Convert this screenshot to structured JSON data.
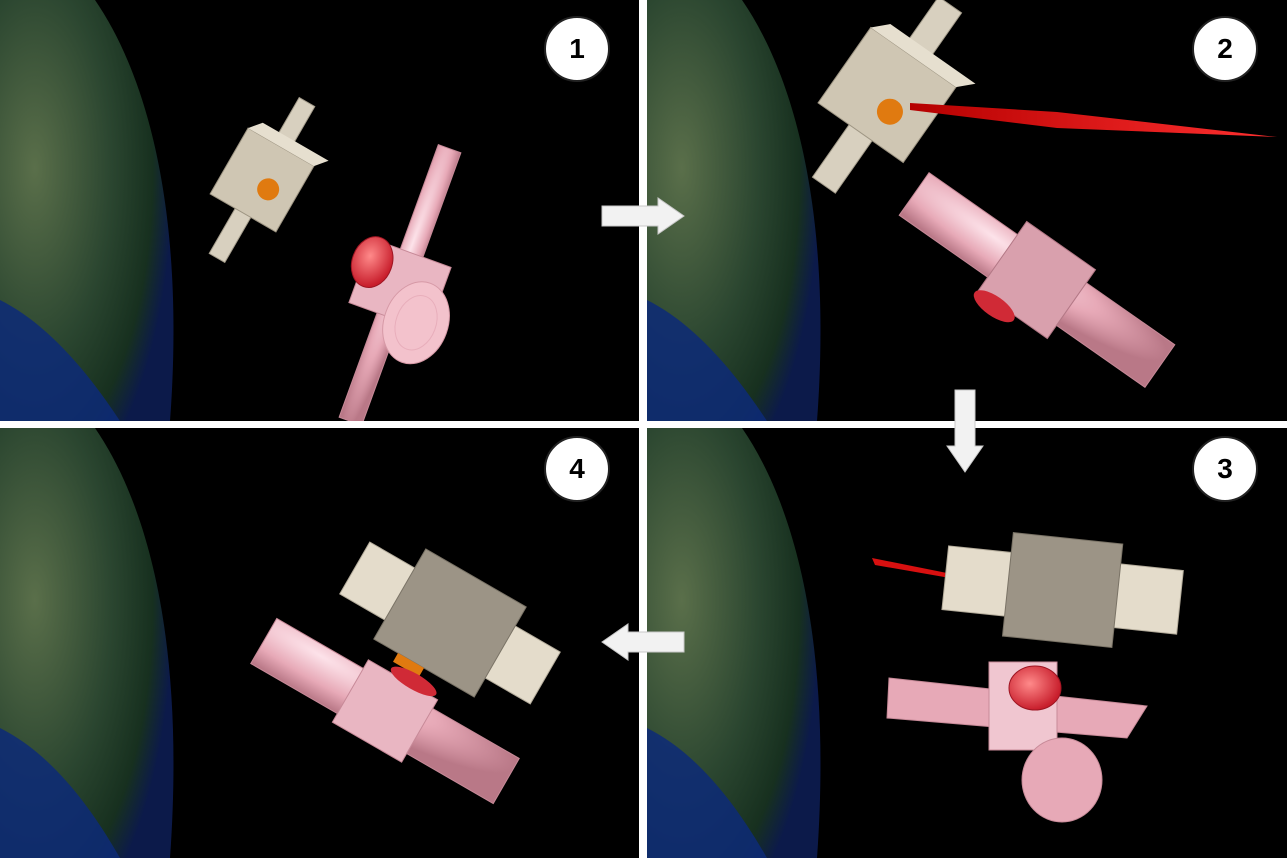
{
  "panels": [
    {
      "label": "1"
    },
    {
      "label": "2"
    },
    {
      "label": "3"
    },
    {
      "label": "4"
    }
  ],
  "colors": {
    "background": "#000000",
    "divider": "#ffffff",
    "earth_land": "#2c4a2e",
    "earth_ocean": "#0f2a6e",
    "target_body": "#d8d0bf",
    "target_nozzle": "#e07a10",
    "servicer_body": "#e7a9b7",
    "servicer_dock": "#e63946",
    "laser": "#e01010",
    "arrow": "#f2f2f2"
  },
  "icons": [
    "earth-limb",
    "target-satellite",
    "servicer-satellite",
    "laser-beam",
    "flow-arrow"
  ]
}
